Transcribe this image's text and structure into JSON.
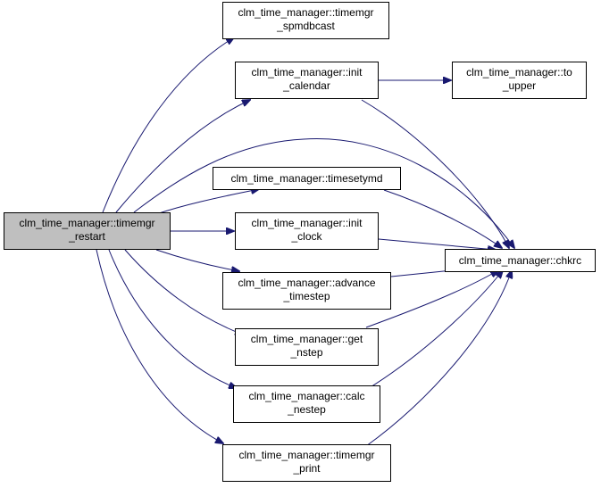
{
  "colors": {
    "node_fill": "#ffffff",
    "root_fill": "#bfbfbf",
    "edge": "#191970",
    "border": "#000000"
  },
  "nodes": {
    "timemgr_restart": [
      "clm_time_manager::timemgr",
      "_restart"
    ],
    "timemgr_spmdbcast": [
      "clm_time_manager::timemgr",
      "_spmdbcast"
    ],
    "init_calendar": [
      "clm_time_manager::init",
      "_calendar"
    ],
    "to_upper": [
      "clm_time_manager::to",
      "_upper"
    ],
    "timesetymd": [
      "clm_time_manager::timesetymd"
    ],
    "init_clock": [
      "clm_time_manager::init",
      "_clock"
    ],
    "chkrc": [
      "clm_time_manager::chkrc"
    ],
    "advance_timestep": [
      "clm_time_manager::advance",
      "_timestep"
    ],
    "get_nstep": [
      "clm_time_manager::get",
      "_nstep"
    ],
    "calc_nestep": [
      "clm_time_manager::calc",
      "_nestep"
    ],
    "timemgr_print": [
      "clm_time_manager::timemgr",
      "_print"
    ]
  }
}
